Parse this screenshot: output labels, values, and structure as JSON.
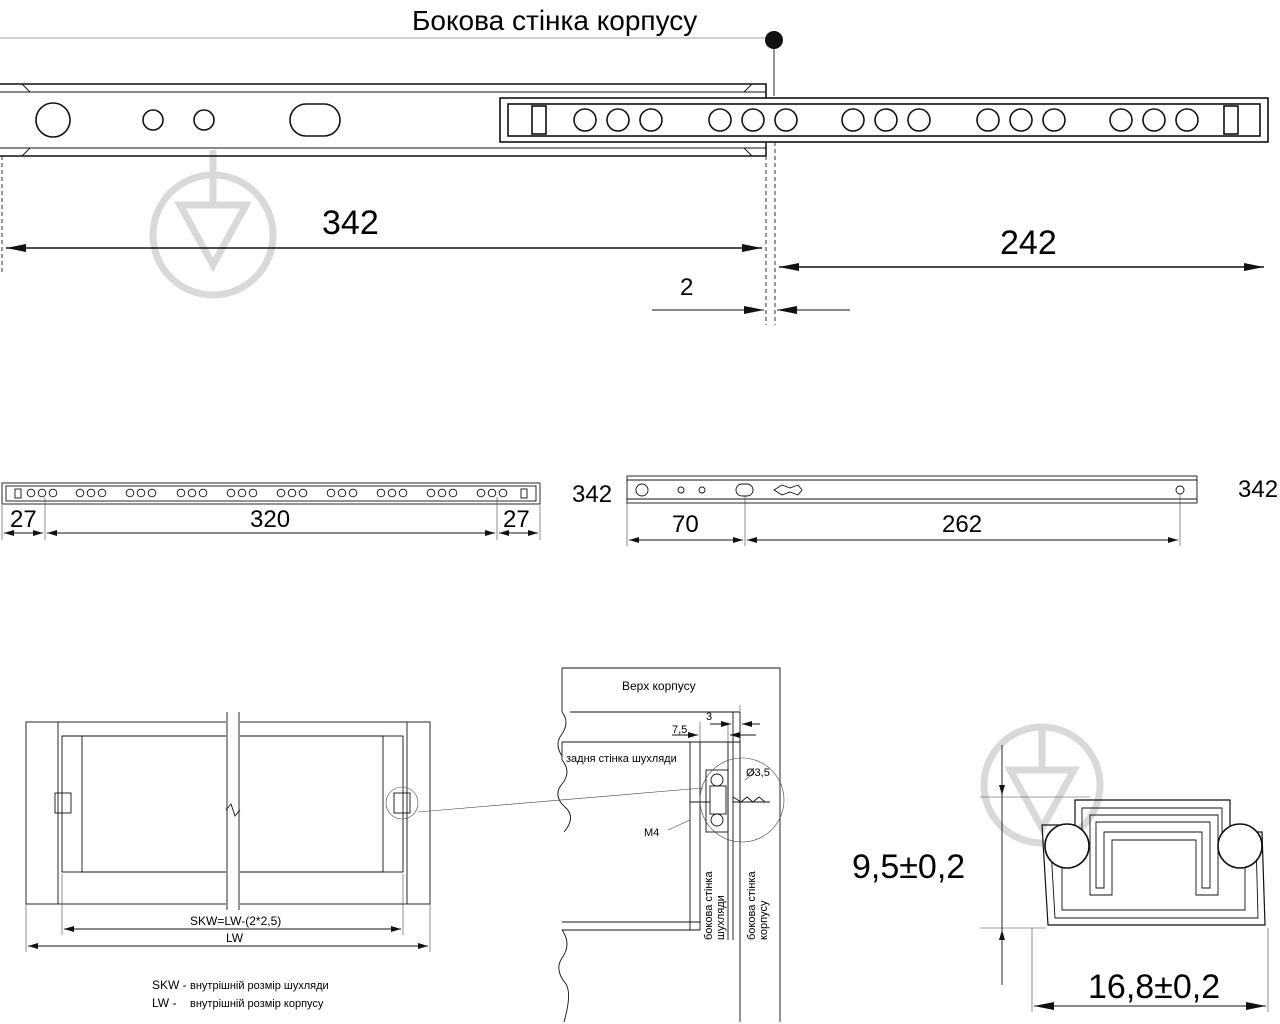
{
  "top": {
    "title": "Бокова стінка корпусу",
    "dim_left": "342",
    "dim_right": "242",
    "dim_gap": "2"
  },
  "middle": {
    "left_dims": [
      "27",
      "320",
      "27"
    ],
    "label_342_left": "342",
    "right_dims": [
      "70",
      "262"
    ],
    "label_342_right": "342"
  },
  "bottom_left": {
    "skw_formula": "SKW=LW-(2*2,5)",
    "lw_label": "LW",
    "legend": [
      {
        "abbr": "SKW -",
        "text": "внутрішній розмір шухляди"
      },
      {
        "abbr": "LW -",
        "text": "внутрішній розмір корпусу"
      }
    ]
  },
  "bottom_mid": {
    "top_label": "Верх корпусу",
    "dim_7_5": "7,5",
    "dim_3": "3",
    "back_wall": "задня стінка шухляди",
    "dia": "Ø3,5",
    "m4": "M4",
    "side_drawer_1": "бокова стінка",
    "side_drawer_2": "шухляди",
    "side_body_1": "бокова стінка",
    "side_body_2": "корпусу"
  },
  "profile": {
    "height": "9,5±0,2",
    "width": "16,8±0,2"
  }
}
